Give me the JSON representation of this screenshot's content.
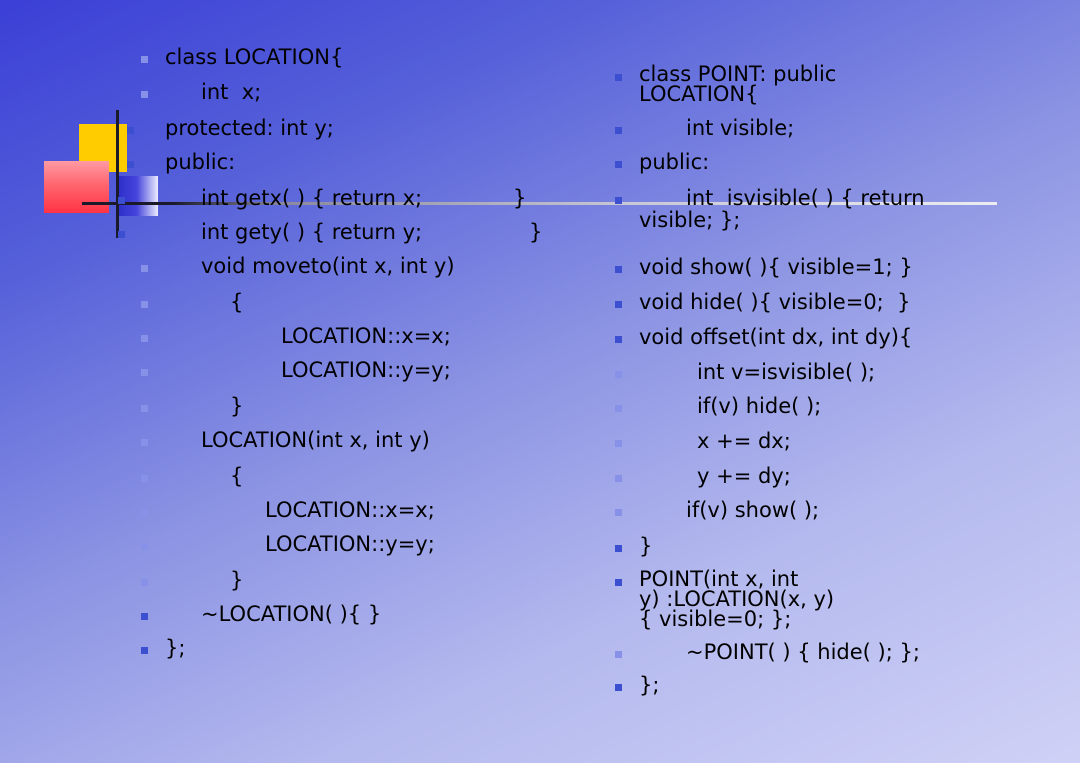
{
  "slide": {
    "left_column": {
      "lines": [
        "class LOCATION{",
        "int  x;",
        "protected: int y;",
        "public:",
        "int getx( ) { return x;",
        "int gety( ) { return y;",
        "void moveto(int x, int y)",
        "{",
        "LOCATION::x=x;",
        "LOCATION::y=y;",
        "}",
        "LOCATION(int x, int y)",
        "{",
        "LOCATION::x=x;",
        "LOCATION::y=y;",
        "}",
        "~LOCATION( ){ }",
        "};"
      ],
      "closing_braces": [
        "}",
        "}"
      ]
    },
    "right_column": {
      "lines": [
        "class POINT: public",
        "LOCATION{",
        "int visible;",
        "public:",
        "int  isvisible( ) { return",
        "visible; };",
        "void show( ){ visible=1; }",
        "void hide( ){ visible=0;  }",
        "void offset(int dx, int dy){",
        "int v=isvisible( );",
        "if(v) hide( );",
        "x += dx;",
        "y += dy;",
        "if(v) show( );",
        "}",
        "POINT(int x, int",
        "y) :LOCATION(x, y)",
        "{ visible=0; };",
        "~POINT( ) { hide( ); };",
        "};"
      ]
    },
    "colors": {
      "bullet": "#3b4fd0",
      "accent_yellow": "#ffcc00",
      "accent_red": "#ff3344",
      "accent_blue": "#2a2ac8"
    }
  }
}
